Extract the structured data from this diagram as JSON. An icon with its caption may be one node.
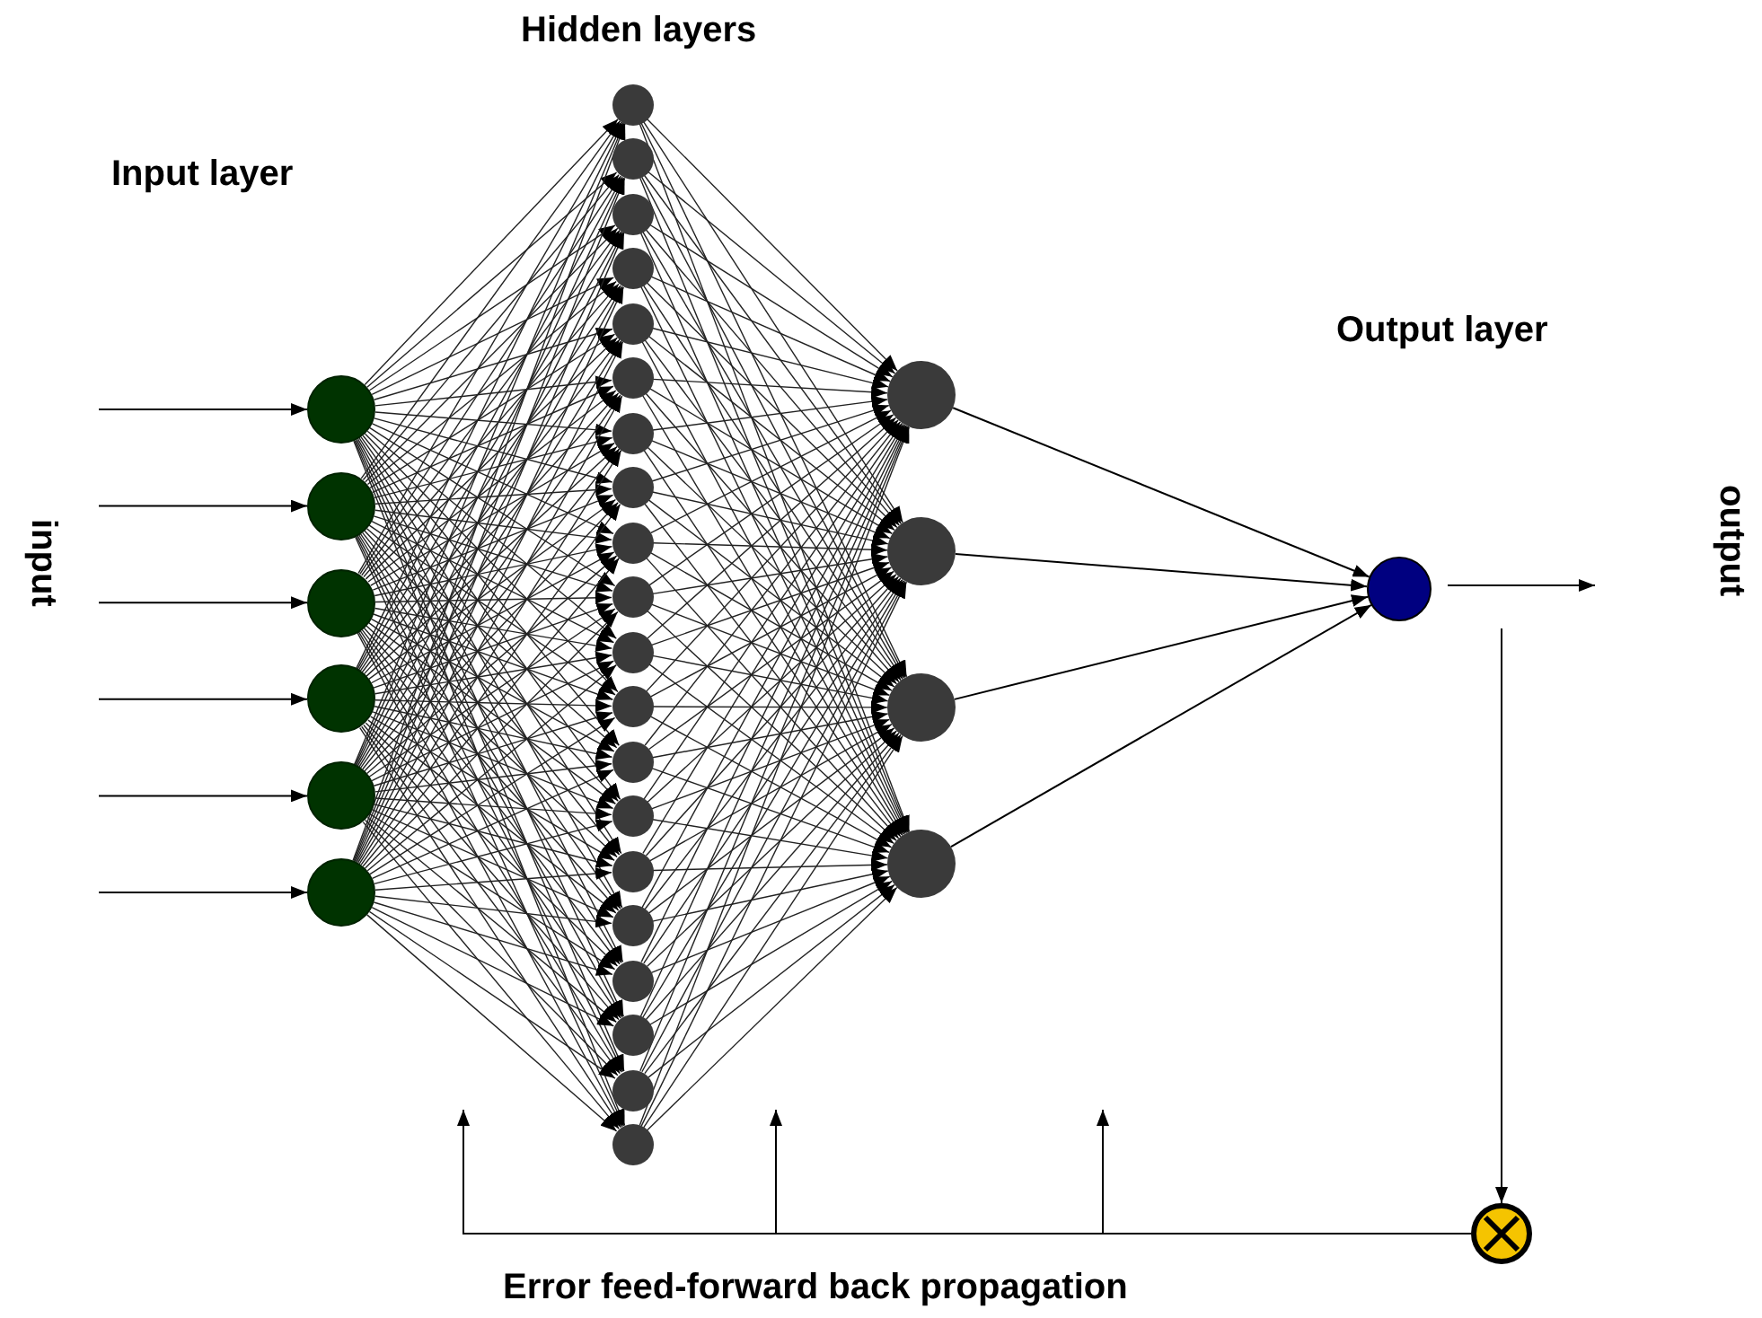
{
  "diagram": {
    "nodes": [
      {
        "text": [],
        "shape": "circle"
      },
      {
        "text": [],
        "shape": "circle"
      },
      {
        "text": [],
        "shape": "circle"
      },
      {
        "text": [],
        "shape": "circle"
      },
      {
        "text": [],
        "shape": "circle"
      },
      {
        "text": [],
        "shape": "circle"
      },
      {
        "text": [],
        "shape": "circle"
      },
      {
        "text": [],
        "shape": "circle"
      },
      {
        "text": [],
        "shape": "circle"
      },
      {
        "text": [],
        "shape": "circle"
      },
      {
        "text": [],
        "shape": "circle"
      },
      {
        "text": [],
        "shape": "circle"
      },
      {
        "text": [],
        "shape": "circle"
      },
      {
        "text": [],
        "shape": "circle"
      },
      {
        "text": [],
        "shape": "circle"
      },
      {
        "text": [],
        "shape": "circle"
      },
      {
        "text": [],
        "shape": "circle"
      },
      {
        "text": [],
        "shape": "circle"
      },
      {
        "text": [],
        "shape": "circle"
      },
      {
        "text": [],
        "shape": "circle"
      },
      {
        "text": [],
        "shape": "circle"
      },
      {
        "text": [],
        "shape": "circle"
      },
      {
        "text": [],
        "shape": "circle"
      },
      {
        "text": [],
        "shape": "circle"
      },
      {
        "text": [],
        "shape": "circle"
      },
      {
        "text": [],
        "shape": "circle"
      },
      {
        "text": [],
        "shape": "circle"
      },
      {
        "text": [],
        "shape": "circle"
      },
      {
        "text": [],
        "shape": "circle"
      },
      {
        "text": [],
        "shape": "circle"
      },
      {
        "text": [],
        "shape": "circle"
      },
      {
        "text": [],
        "shape": "circle"
      }
    ],
    "edges": [
      {
        "from": null,
        "to": 0,
        "arrow": "to"
      },
      {
        "from": null,
        "to": 1,
        "arrow": "to"
      },
      {
        "from": null,
        "to": 2,
        "arrow": "to"
      },
      {
        "from": null,
        "to": 3,
        "arrow": "to"
      },
      {
        "from": null,
        "to": 4,
        "arrow": "to"
      },
      {
        "from": null,
        "to": 5,
        "arrow": "to"
      },
      {
        "from": 0,
        "to": 6,
        "arrow": "to"
      },
      {
        "from": 0,
        "to": 7,
        "arrow": "to"
      },
      {
        "from": 0,
        "to": 8,
        "arrow": "to"
      },
      {
        "from": 0,
        "to": 9,
        "arrow": "to"
      },
      {
        "from": 0,
        "to": 10,
        "arrow": "to"
      },
      {
        "from": 0,
        "to": 11,
        "arrow": "to"
      },
      {
        "from": 0,
        "to": 12,
        "arrow": "to"
      },
      {
        "from": 0,
        "to": 13,
        "arrow": "to"
      },
      {
        "from": 0,
        "to": 14,
        "arrow": "to"
      },
      {
        "from": 0,
        "to": 15,
        "arrow": "to"
      },
      {
        "from": 0,
        "to": 16,
        "arrow": "to"
      },
      {
        "from": 0,
        "to": 17,
        "arrow": "to"
      },
      {
        "from": 0,
        "to": 18,
        "arrow": "to"
      },
      {
        "from": 0,
        "to": 19,
        "arrow": "to"
      },
      {
        "from": 0,
        "to": 20,
        "arrow": "to"
      },
      {
        "from": 0,
        "to": 21,
        "arrow": "to"
      },
      {
        "from": 0,
        "to": 22,
        "arrow": "to"
      },
      {
        "from": 0,
        "to": 23,
        "arrow": "to"
      },
      {
        "from": 0,
        "to": 24,
        "arrow": "to"
      },
      {
        "from": 0,
        "to": 25,
        "arrow": "to"
      },
      {
        "from": 1,
        "to": 6,
        "arrow": "to"
      },
      {
        "from": 1,
        "to": 7,
        "arrow": "to"
      },
      {
        "from": 1,
        "to": 8,
        "arrow": "to"
      },
      {
        "from": 1,
        "to": 9,
        "arrow": "to"
      },
      {
        "from": 1,
        "to": 10,
        "arrow": "to"
      },
      {
        "from": 1,
        "to": 11,
        "arrow": "to"
      },
      {
        "from": 1,
        "to": 12,
        "arrow": "to"
      },
      {
        "from": 1,
        "to": 13,
        "arrow": "to"
      },
      {
        "from": 1,
        "to": 14,
        "arrow": "to"
      },
      {
        "from": 1,
        "to": 15,
        "arrow": "to"
      },
      {
        "from": 1,
        "to": 16,
        "arrow": "to"
      },
      {
        "from": 1,
        "to": 17,
        "arrow": "to"
      },
      {
        "from": 1,
        "to": 18,
        "arrow": "to"
      },
      {
        "from": 1,
        "to": 19,
        "arrow": "to"
      },
      {
        "from": 1,
        "to": 20,
        "arrow": "to"
      },
      {
        "from": 1,
        "to": 21,
        "arrow": "to"
      },
      {
        "from": 1,
        "to": 22,
        "arrow": "to"
      },
      {
        "from": 1,
        "to": 23,
        "arrow": "to"
      },
      {
        "from": 1,
        "to": 24,
        "arrow": "to"
      },
      {
        "from": 1,
        "to": 25,
        "arrow": "to"
      },
      {
        "from": 2,
        "to": 6,
        "arrow": "to"
      },
      {
        "from": 2,
        "to": 7,
        "arrow": "to"
      },
      {
        "from": 2,
        "to": 8,
        "arrow": "to"
      },
      {
        "from": 2,
        "to": 9,
        "arrow": "to"
      },
      {
        "from": 2,
        "to": 10,
        "arrow": "to"
      },
      {
        "from": 2,
        "to": 11,
        "arrow": "to"
      },
      {
        "from": 2,
        "to": 12,
        "arrow": "to"
      },
      {
        "from": 2,
        "to": 13,
        "arrow": "to"
      },
      {
        "from": 2,
        "to": 14,
        "arrow": "to"
      },
      {
        "from": 2,
        "to": 15,
        "arrow": "to"
      },
      {
        "from": 2,
        "to": 16,
        "arrow": "to"
      },
      {
        "from": 2,
        "to": 17,
        "arrow": "to"
      },
      {
        "from": 2,
        "to": 18,
        "arrow": "to"
      },
      {
        "from": 2,
        "to": 19,
        "arrow": "to"
      },
      {
        "from": 2,
        "to": 20,
        "arrow": "to"
      },
      {
        "from": 2,
        "to": 21,
        "arrow": "to"
      },
      {
        "from": 2,
        "to": 22,
        "arrow": "to"
      },
      {
        "from": 2,
        "to": 23,
        "arrow": "to"
      },
      {
        "from": 2,
        "to": 24,
        "arrow": "to"
      },
      {
        "from": 2,
        "to": 25,
        "arrow": "to"
      },
      {
        "from": 3,
        "to": 6,
        "arrow": "to"
      },
      {
        "from": 3,
        "to": 7,
        "arrow": "to"
      },
      {
        "from": 3,
        "to": 8,
        "arrow": "to"
      },
      {
        "from": 3,
        "to": 9,
        "arrow": "to"
      },
      {
        "from": 3,
        "to": 10,
        "arrow": "to"
      },
      {
        "from": 3,
        "to": 11,
        "arrow": "to"
      },
      {
        "from": 3,
        "to": 12,
        "arrow": "to"
      },
      {
        "from": 3,
        "to": 13,
        "arrow": "to"
      },
      {
        "from": 3,
        "to": 14,
        "arrow": "to"
      },
      {
        "from": 3,
        "to": 15,
        "arrow": "to"
      },
      {
        "from": 3,
        "to": 16,
        "arrow": "to"
      },
      {
        "from": 3,
        "to": 17,
        "arrow": "to"
      },
      {
        "from": 3,
        "to": 18,
        "arrow": "to"
      },
      {
        "from": 3,
        "to": 19,
        "arrow": "to"
      },
      {
        "from": 3,
        "to": 20,
        "arrow": "to"
      },
      {
        "from": 3,
        "to": 21,
        "arrow": "to"
      },
      {
        "from": 3,
        "to": 22,
        "arrow": "to"
      },
      {
        "from": 3,
        "to": 23,
        "arrow": "to"
      },
      {
        "from": 3,
        "to": 24,
        "arrow": "to"
      },
      {
        "from": 3,
        "to": 25,
        "arrow": "to"
      },
      {
        "from": 4,
        "to": 6,
        "arrow": "to"
      },
      {
        "from": 4,
        "to": 7,
        "arrow": "to"
      },
      {
        "from": 4,
        "to": 8,
        "arrow": "to"
      },
      {
        "from": 4,
        "to": 9,
        "arrow": "to"
      },
      {
        "from": 4,
        "to": 10,
        "arrow": "to"
      },
      {
        "from": 4,
        "to": 11,
        "arrow": "to"
      },
      {
        "from": 4,
        "to": 12,
        "arrow": "to"
      },
      {
        "from": 4,
        "to": 13,
        "arrow": "to"
      },
      {
        "from": 4,
        "to": 14,
        "arrow": "to"
      },
      {
        "from": 4,
        "to": 15,
        "arrow": "to"
      },
      {
        "from": 4,
        "to": 16,
        "arrow": "to"
      },
      {
        "from": 4,
        "to": 17,
        "arrow": "to"
      },
      {
        "from": 4,
        "to": 18,
        "arrow": "to"
      },
      {
        "from": 4,
        "to": 19,
        "arrow": "to"
      },
      {
        "from": 4,
        "to": 20,
        "arrow": "to"
      },
      {
        "from": 4,
        "to": 21,
        "arrow": "to"
      },
      {
        "from": 4,
        "to": 22,
        "arrow": "to"
      },
      {
        "from": 4,
        "to": 23,
        "arrow": "to"
      },
      {
        "from": 4,
        "to": 24,
        "arrow": "to"
      },
      {
        "from": 4,
        "to": 25,
        "arrow": "to"
      },
      {
        "from": 5,
        "to": 6,
        "arrow": "to"
      },
      {
        "from": 5,
        "to": 7,
        "arrow": "to"
      },
      {
        "from": 5,
        "to": 8,
        "arrow": "to"
      },
      {
        "from": 5,
        "to": 9,
        "arrow": "to"
      },
      {
        "from": 5,
        "to": 10,
        "arrow": "to"
      },
      {
        "from": 5,
        "to": 11,
        "arrow": "to"
      },
      {
        "from": 5,
        "to": 12,
        "arrow": "to"
      },
      {
        "from": 5,
        "to": 13,
        "arrow": "to"
      },
      {
        "from": 5,
        "to": 14,
        "arrow": "to"
      },
      {
        "from": 5,
        "to": 15,
        "arrow": "to"
      },
      {
        "from": 5,
        "to": 16,
        "arrow": "to"
      },
      {
        "from": 5,
        "to": 17,
        "arrow": "to"
      },
      {
        "from": 5,
        "to": 18,
        "arrow": "to"
      },
      {
        "from": 5,
        "to": 19,
        "arrow": "to"
      },
      {
        "from": 5,
        "to": 20,
        "arrow": "to"
      },
      {
        "from": 5,
        "to": 21,
        "arrow": "to"
      },
      {
        "from": 5,
        "to": 22,
        "arrow": "to"
      },
      {
        "from": 5,
        "to": 23,
        "arrow": "to"
      },
      {
        "from": 5,
        "to": 24,
        "arrow": "to"
      },
      {
        "from": 5,
        "to": 25,
        "arrow": "to"
      },
      {
        "from": 6,
        "to": 26,
        "arrow": "to"
      },
      {
        "from": 6,
        "to": 27,
        "arrow": "to"
      },
      {
        "from": 6,
        "to": 28,
        "arrow": "to"
      },
      {
        "from": 6,
        "to": 29,
        "arrow": "to"
      },
      {
        "from": 7,
        "to": 26,
        "arrow": "to"
      },
      {
        "from": 7,
        "to": 27,
        "arrow": "to"
      },
      {
        "from": 7,
        "to": 28,
        "arrow": "to"
      },
      {
        "from": 7,
        "to": 29,
        "arrow": "to"
      },
      {
        "from": 8,
        "to": 26,
        "arrow": "to"
      },
      {
        "from": 8,
        "to": 27,
        "arrow": "to"
      },
      {
        "from": 8,
        "to": 28,
        "arrow": "to"
      },
      {
        "from": 8,
        "to": 29,
        "arrow": "to"
      },
      {
        "from": 9,
        "to": 26,
        "arrow": "to"
      },
      {
        "from": 9,
        "to": 27,
        "arrow": "to"
      },
      {
        "from": 9,
        "to": 28,
        "arrow": "to"
      },
      {
        "from": 9,
        "to": 29,
        "arrow": "to"
      },
      {
        "from": 10,
        "to": 26,
        "arrow": "to"
      },
      {
        "from": 10,
        "to": 27,
        "arrow": "to"
      },
      {
        "from": 10,
        "to": 28,
        "arrow": "to"
      },
      {
        "from": 10,
        "to": 29,
        "arrow": "to"
      },
      {
        "from": 11,
        "to": 26,
        "arrow": "to"
      },
      {
        "from": 11,
        "to": 27,
        "arrow": "to"
      },
      {
        "from": 11,
        "to": 28,
        "arrow": "to"
      },
      {
        "from": 11,
        "to": 29,
        "arrow": "to"
      },
      {
        "from": 12,
        "to": 26,
        "arrow": "to"
      },
      {
        "from": 12,
        "to": 27,
        "arrow": "to"
      },
      {
        "from": 12,
        "to": 28,
        "arrow": "to"
      },
      {
        "from": 12,
        "to": 29,
        "arrow": "to"
      },
      {
        "from": 13,
        "to": 26,
        "arrow": "to"
      },
      {
        "from": 13,
        "to": 27,
        "arrow": "to"
      },
      {
        "from": 13,
        "to": 28,
        "arrow": "to"
      },
      {
        "from": 13,
        "to": 29,
        "arrow": "to"
      },
      {
        "from": 14,
        "to": 26,
        "arrow": "to"
      },
      {
        "from": 14,
        "to": 27,
        "arrow": "to"
      },
      {
        "from": 14,
        "to": 28,
        "arrow": "to"
      },
      {
        "from": 14,
        "to": 29,
        "arrow": "to"
      },
      {
        "from": 15,
        "to": 26,
        "arrow": "to"
      },
      {
        "from": 15,
        "to": 27,
        "arrow": "to"
      },
      {
        "from": 15,
        "to": 28,
        "arrow": "to"
      },
      {
        "from": 15,
        "to": 29,
        "arrow": "to"
      },
      {
        "from": 16,
        "to": 26,
        "arrow": "to"
      },
      {
        "from": 16,
        "to": 27,
        "arrow": "to"
      },
      {
        "from": 16,
        "to": 28,
        "arrow": "to"
      },
      {
        "from": 16,
        "to": 29,
        "arrow": "to"
      },
      {
        "from": 17,
        "to": 26,
        "arrow": "to"
      },
      {
        "from": 17,
        "to": 27,
        "arrow": "to"
      },
      {
        "from": 17,
        "to": 28,
        "arrow": "to"
      },
      {
        "from": 17,
        "to": 29,
        "arrow": "to"
      },
      {
        "from": 18,
        "to": 26,
        "arrow": "to"
      },
      {
        "from": 18,
        "to": 27,
        "arrow": "to"
      },
      {
        "from": 18,
        "to": 28,
        "arrow": "to"
      },
      {
        "from": 18,
        "to": 29,
        "arrow": "to"
      },
      {
        "from": 19,
        "to": 26,
        "arrow": "to"
      },
      {
        "from": 19,
        "to": 27,
        "arrow": "to"
      },
      {
        "from": 19,
        "to": 28,
        "arrow": "to"
      },
      {
        "from": 19,
        "to": 29,
        "arrow": "to"
      },
      {
        "from": 20,
        "to": 26,
        "arrow": "to"
      },
      {
        "from": 20,
        "to": 27,
        "arrow": "to"
      },
      {
        "from": 20,
        "to": 28,
        "arrow": "to"
      },
      {
        "from": 20,
        "to": 29,
        "arrow": "to"
      },
      {
        "from": 21,
        "to": 26,
        "arrow": "to"
      },
      {
        "from": 21,
        "to": 27,
        "arrow": "to"
      },
      {
        "from": 21,
        "to": 28,
        "arrow": "to"
      },
      {
        "from": 21,
        "to": 29,
        "arrow": "to"
      },
      {
        "from": 22,
        "to": 26,
        "arrow": "to"
      },
      {
        "from": 22,
        "to": 27,
        "arrow": "to"
      },
      {
        "from": 22,
        "to": 28,
        "arrow": "to"
      },
      {
        "from": 22,
        "to": 29,
        "arrow": "to"
      },
      {
        "from": 23,
        "to": 26,
        "arrow": "to"
      },
      {
        "from": 23,
        "to": 27,
        "arrow": "to"
      },
      {
        "from": 23,
        "to": 28,
        "arrow": "to"
      },
      {
        "from": 23,
        "to": 29,
        "arrow": "to"
      },
      {
        "from": 24,
        "to": 26,
        "arrow": "to"
      },
      {
        "from": 24,
        "to": 27,
        "arrow": "to"
      },
      {
        "from": 24,
        "to": 28,
        "arrow": "to"
      },
      {
        "from": 24,
        "to": 29,
        "arrow": "to"
      },
      {
        "from": 25,
        "to": 26,
        "arrow": "to"
      },
      {
        "from": 25,
        "to": 27,
        "arrow": "to"
      },
      {
        "from": 25,
        "to": 28,
        "arrow": "to"
      },
      {
        "from": 25,
        "to": 29,
        "arrow": "to"
      },
      {
        "from": 26,
        "to": 30,
        "arrow": "to"
      },
      {
        "from": 27,
        "to": 30,
        "arrow": "to"
      },
      {
        "from": 28,
        "to": 30,
        "arrow": "to"
      },
      {
        "from": 29,
        "to": 30,
        "arrow": "to"
      },
      {
        "from": 30,
        "to": null,
        "arrow": "to"
      },
      {
        "from": 30,
        "to": 31,
        "arrow": "to"
      },
      {
        "from": 31,
        "to": null,
        "arrow": "to"
      },
      {
        "from": 31,
        "to": null,
        "arrow": "to"
      },
      {
        "from": 31,
        "to": null,
        "arrow": "to"
      }
    ],
    "labels": [
      "Hidden layers",
      "Input layer",
      "Output layer",
      "input",
      "output",
      "Error feed-forward back propagation"
    ]
  }
}
